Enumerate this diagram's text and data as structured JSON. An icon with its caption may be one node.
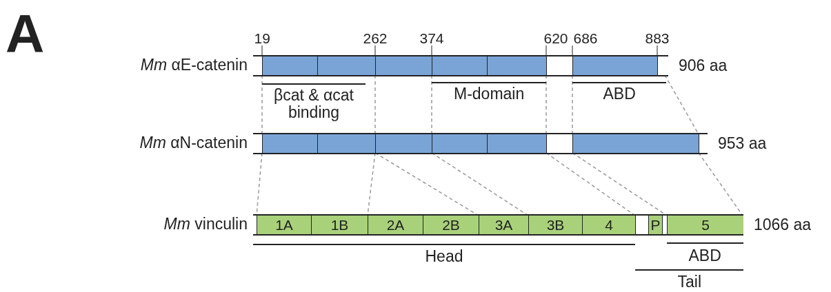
{
  "diagram": {
    "nodes": [
      {
        "text": [],
        "shape": "bar",
        "beside": [
          "*Mm* αE-catenin",
          "906 aa"
        ]
      },
      {
        "text": [],
        "shape": "box",
        "in": 0
      },
      {
        "text": [],
        "shape": "box",
        "in": 0
      },
      {
        "text": [],
        "shape": "box",
        "in": 0
      },
      {
        "text": [],
        "shape": "box",
        "in": 0
      },
      {
        "text": [],
        "shape": "box",
        "in": 0
      },
      {
        "text": [],
        "shape": "box",
        "in": 0
      },
      {
        "text": [],
        "shape": "box",
        "in": 0
      },
      {
        "text": [],
        "shape": "box",
        "in": 0
      },
      {
        "text": [],
        "shape": "box",
        "in": 0
      },
      {
        "text": [],
        "shape": "bar",
        "beside": [
          "*Mm* αN-catenin",
          "953 aa"
        ]
      },
      {
        "text": [],
        "shape": "box",
        "in": 10
      },
      {
        "text": [],
        "shape": "box",
        "in": 10
      },
      {
        "text": [],
        "shape": "box",
        "in": 10
      },
      {
        "text": [],
        "shape": "box",
        "in": 10
      },
      {
        "text": [],
        "shape": "box",
        "in": 10
      },
      {
        "text": [],
        "shape": "box",
        "in": 10
      },
      {
        "text": [],
        "shape": "box",
        "in": 10
      },
      {
        "text": [],
        "shape": "box",
        "in": 10
      },
      {
        "text": [],
        "shape": "box",
        "in": 10
      },
      {
        "text": [],
        "shape": "bar",
        "beside": [
          "*Mm* vinculin",
          "1066 aa"
        ]
      },
      {
        "text": [],
        "shape": "box",
        "in": 20
      },
      {
        "text": [
          "1A"
        ],
        "in": 20
      },
      {
        "text": [
          "1B"
        ],
        "in": 20
      },
      {
        "text": [
          "2A"
        ],
        "in": 20
      },
      {
        "text": [
          "2B"
        ],
        "in": 20
      },
      {
        "text": [
          "3A"
        ],
        "in": 20
      },
      {
        "text": [
          "3B"
        ],
        "in": 20
      },
      {
        "text": [
          "4"
        ],
        "in": 20
      },
      {
        "text": [],
        "shape": "box",
        "in": 20
      },
      {
        "text": [
          "P"
        ],
        "in": 20
      },
      {
        "text": [],
        "shape": "box",
        "in": 20
      },
      {
        "text": [
          "5"
        ],
        "in": 20
      },
      {
        "text": [
          "19"
        ]
      },
      {
        "text": [
          "262"
        ]
      },
      {
        "text": [
          "374"
        ]
      },
      {
        "text": [
          "620"
        ]
      },
      {
        "text": [
          "686"
        ]
      },
      {
        "text": [
          "883"
        ]
      }
    ],
    "edges": [
      {
        "from": 2,
        "to": 12,
        "arrow": "none",
        "style": "dashed"
      },
      {
        "from": 4,
        "to": 14,
        "arrow": "none",
        "style": "dashed"
      },
      {
        "from": 5,
        "to": 15,
        "arrow": "none",
        "style": "dashed"
      },
      {
        "from": 7,
        "to": 17,
        "arrow": "none",
        "style": "dashed"
      },
      {
        "from": 8,
        "to": 18,
        "arrow": "none",
        "style": "dashed"
      },
      {
        "from": 9,
        "to": 19,
        "arrow": "none",
        "style": "dashed"
      },
      {
        "from": 12,
        "to": 22,
        "arrow": "none",
        "style": "dashed"
      },
      {
        "from": 14,
        "to": 24,
        "arrow": "none",
        "style": "dashed"
      },
      {
        "from": 14,
        "to": 26,
        "arrow": "none",
        "style": "dashed"
      },
      {
        "from": 15,
        "to": 27,
        "arrow": "none",
        "style": "dashed"
      },
      {
        "from": 17,
        "to": 29,
        "arrow": "none",
        "style": "dashed"
      },
      {
        "from": 18,
        "to": 32,
        "arrow": "none",
        "style": "dashed"
      },
      {
        "from": 19,
        "to": 32,
        "arrow": "none",
        "style": "dashed"
      },
      {
        "from": 33,
        "to": 2,
        "arrow": "none",
        "color": "#222222"
      },
      {
        "from": 34,
        "to": 4,
        "arrow": "none",
        "color": "#222222"
      },
      {
        "from": 35,
        "to": 5,
        "arrow": "none",
        "color": "#222222"
      },
      {
        "from": 36,
        "to": 7,
        "arrow": "none",
        "color": "#222222"
      },
      {
        "from": 37,
        "to": 8,
        "arrow": "none",
        "color": "#222222"
      },
      {
        "from": 38,
        "to": 9,
        "arrow": "none",
        "color": "#222222"
      }
    ],
    "labels": [
      "A",
      "βcat & αcat binding",
      "M-domain",
      "ABD",
      "Head",
      "ABD",
      "Tail"
    ]
  }
}
